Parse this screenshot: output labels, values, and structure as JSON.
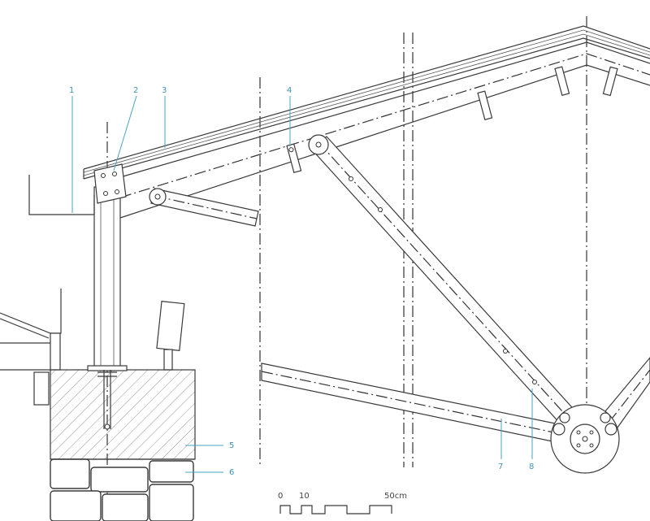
{
  "callouts": [
    {
      "label": "1"
    },
    {
      "label": "2"
    },
    {
      "label": "3"
    },
    {
      "label": "4"
    },
    {
      "label": "5"
    },
    {
      "label": "6"
    },
    {
      "label": "7"
    },
    {
      "label": "8"
    }
  ],
  "scale_bar": {
    "tick_0": "0",
    "tick_10": "10",
    "tick_50": "50cm"
  },
  "colors": {
    "callout": "#4aa3c4",
    "linework": "#3a3a3a"
  }
}
